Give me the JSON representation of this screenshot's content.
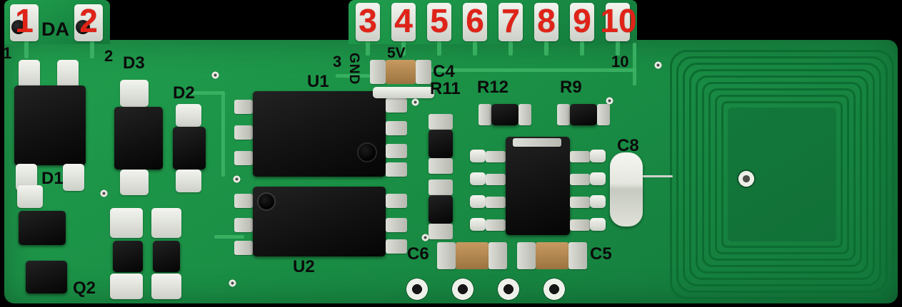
{
  "pins_left": [
    {
      "label": "1"
    },
    {
      "label": "2"
    }
  ],
  "pins_top": [
    {
      "label": "3"
    },
    {
      "label": "4"
    },
    {
      "label": "5"
    },
    {
      "label": "6"
    },
    {
      "label": "7"
    },
    {
      "label": "8"
    },
    {
      "label": "9"
    },
    {
      "label": "10"
    }
  ],
  "silkscreen": {
    "da": "DA",
    "pin1": "1",
    "pin2": "2",
    "pin3": "3",
    "pin10": "10",
    "gnd": "GND",
    "v5": "5V",
    "d1": "D1",
    "d2": "D2",
    "d3": "D3",
    "u1": "U1",
    "u2": "U2",
    "q2": "Q2",
    "c4": "C4",
    "c5": "C5",
    "c6": "C6",
    "c8": "C8",
    "r9": "R9",
    "r11": "R11",
    "r12": "R12"
  },
  "colors": {
    "background": "#000000",
    "board_green": "#1b9447",
    "trace_green": "#3cb264",
    "pad_silver": "#e9eae5",
    "component_black": "#141414",
    "capacitor_tan": "#b5834f",
    "red_label": "#e02318",
    "black_label": "#0b0b0b"
  }
}
